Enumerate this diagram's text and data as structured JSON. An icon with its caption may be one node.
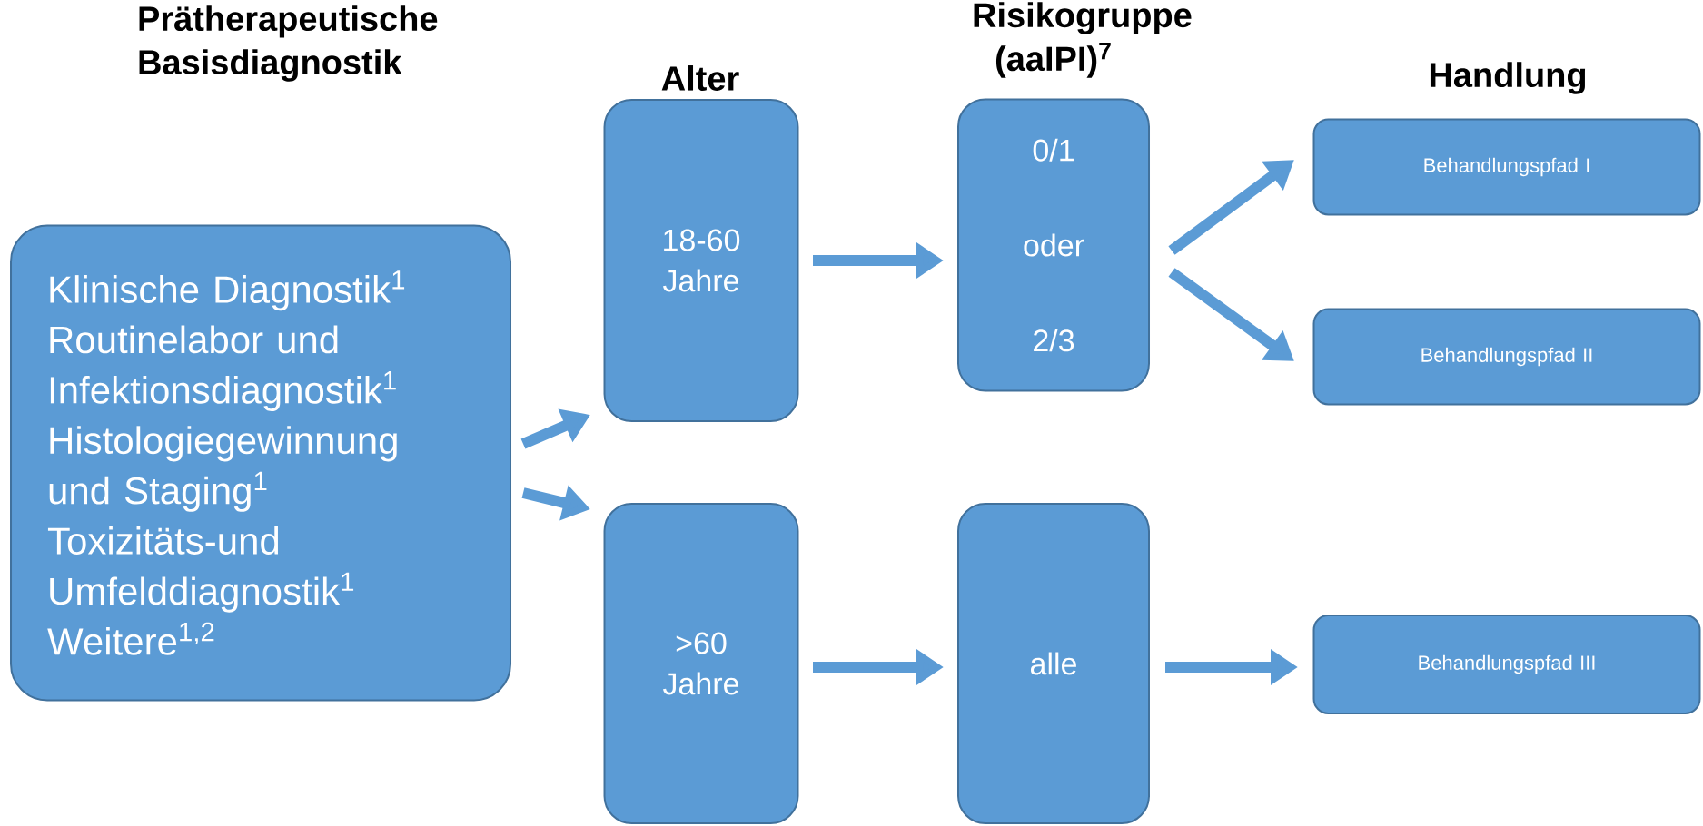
{
  "diagram": {
    "nodes": [
      {
        "text": [
          "Klinische Diagnostik$^{1}$",
          "Routinelabor und Infektionsdiagnostik$^{1}$",
          "Histologiegewinnung und Staging$^{1}$",
          "Toxizitäts-und Umfelddiagnostik$^{1}$",
          "Weitere$^{1,2}$"
        ]
      },
      {
        "text": [
          "18-60 Jahre"
        ]
      },
      {
        "text": [
          ">60 Jahre"
        ]
      },
      {
        "text": [
          "0/1",
          "oder",
          "2/3"
        ]
      },
      {
        "text": [
          "alle"
        ]
      },
      {
        "text": [
          "Behandlungspfad I"
        ]
      },
      {
        "text": [
          "Behandlungspfad II"
        ]
      },
      {
        "text": [
          "Behandlungspfad III"
        ]
      }
    ],
    "edges": [
      {
        "from": 0,
        "to": 1,
        "arrow": "to"
      },
      {
        "from": 0,
        "to": 2,
        "arrow": "to"
      },
      {
        "from": 1,
        "to": 3,
        "arrow": "to"
      },
      {
        "from": 2,
        "to": 4,
        "arrow": "to"
      },
      {
        "from": 3,
        "to": 5,
        "arrow": "to"
      },
      {
        "from": 3,
        "to": 6,
        "arrow": "to"
      },
      {
        "from": 4,
        "to": 7,
        "arrow": "to"
      }
    ],
    "labels": [
      "Prätherapeutische Basisdiagnostik",
      "Alter",
      "Risikogruppe (aaIPI)$^{7}$",
      "Handlung"
    ]
  }
}
